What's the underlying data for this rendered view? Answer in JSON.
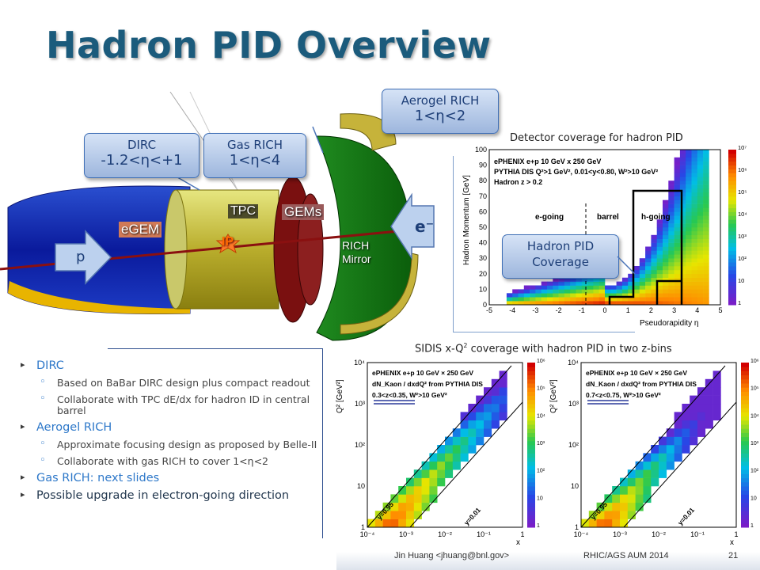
{
  "slide": {
    "title": "Hadron PID Overview",
    "page_number": "21"
  },
  "detector": {
    "labels": {
      "tpc": "TPC",
      "gems": "GEMs",
      "egem": "eGEM",
      "ip": "IP",
      "rich_mirror_line1": "RICH",
      "rich_mirror_line2": "Mirror",
      "proton": "p",
      "electron": "e⁻"
    },
    "callouts": {
      "aerogel": {
        "line1": "Aerogel RICH",
        "line2": "1<η<2"
      },
      "dirc": {
        "line1": "DIRC",
        "line2": "-1.2<η<+1"
      },
      "gas_rich": {
        "line1": "Gas RICH",
        "line2": "1<η<4"
      },
      "hadron_pid": {
        "line1": "Hadron PID",
        "line2": "Coverage"
      }
    }
  },
  "captions": {
    "coverage": "Detector coverage for hadron PID",
    "sidis_pre": "SIDIS x-Q",
    "sidis_sup": "2",
    "sidis_post": " coverage with hadron PID in two z-bins"
  },
  "bullets": [
    {
      "text": "DIRC",
      "level": 1
    },
    {
      "text": "Based on BaBar DIRC design plus compact readout",
      "level": 2
    },
    {
      "text": "Collaborate with TPC dE/dx for hadron ID in central barrel",
      "level": 2
    },
    {
      "text": "Aerogel RICH",
      "level": 1
    },
    {
      "text": "Approximate focusing design as proposed by Belle-II",
      "level": 2
    },
    {
      "text": "Collaborate with gas RICH to cover 1<η<2",
      "level": 2
    },
    {
      "text": "Gas RICH: next slides",
      "level": 1
    },
    {
      "text": "Possible upgrade in electron-going direction",
      "level": 1,
      "dark": true
    }
  ],
  "footer": {
    "author": "Jin Huang <jhuang@bnl.gov>",
    "meeting": "RHIC/AGS AUM 2014"
  },
  "plots": {
    "coverage": {
      "ylabel": "Hadron Momentum [GeV]",
      "xlabel": "Pseudorapidity η",
      "legend_lines": [
        "ePHENIX e+p 10 GeV x 250 GeV",
        "PYTHIA DIS Q²>1 GeV², 0.01<y<0.80, W²>10 GeV²",
        "Hadron z > 0.2"
      ],
      "region_labels": [
        "e-going",
        "barrel",
        "h-going"
      ],
      "x_ticks": [
        "-5",
        "-4",
        "-3",
        "-2",
        "-1",
        "0",
        "1",
        "2",
        "3",
        "4",
        "5"
      ],
      "y_ticks": [
        "0",
        "10",
        "20",
        "30",
        "40",
        "50",
        "60",
        "70",
        "80",
        "90",
        "100"
      ],
      "z_ticks": [
        "1",
        "10",
        "10²",
        "10³",
        "10⁴",
        "10⁵",
        "10⁶",
        "10⁷"
      ]
    },
    "sidis_left": {
      "ylabel": "Q² [GeV²]",
      "xlabel": "x",
      "legend_lines": [
        "ePHENIX e+p 10 GeV × 250 GeV",
        "dN_Kaon / dxdQ² from PYTHIA DIS",
        "0.3<z<0.35, W²>10 GeV²"
      ],
      "line_labels": [
        "y=0.95",
        "y=0.01"
      ],
      "x_ticks": [
        "10⁻⁴",
        "10⁻³",
        "10⁻²",
        "10⁻¹",
        "1"
      ],
      "y_ticks": [
        "1",
        "10",
        "10²",
        "10³",
        "10⁴"
      ],
      "z_ticks": [
        "1",
        "10",
        "10²",
        "10³",
        "10⁴",
        "10⁵",
        "10⁶"
      ]
    },
    "sidis_right": {
      "ylabel": "Q² [GeV²]",
      "xlabel": "x",
      "legend_lines": [
        "ePHENIX e+p 10 GeV × 250 GeV",
        "dN_Kaon / dxdQ² from PYTHIA DIS",
        "0.7<z<0.75, W²>10 GeV²"
      ],
      "line_labels": [
        "y=0.95",
        "y=0.01"
      ],
      "x_ticks": [
        "10⁻⁴",
        "10⁻³",
        "10⁻²",
        "10⁻¹",
        "1"
      ],
      "y_ticks": [
        "1",
        "10",
        "10²",
        "10³",
        "10⁴"
      ],
      "z_ticks": [
        "1",
        "10",
        "10²",
        "10³",
        "10⁴",
        "10⁵",
        "10⁶"
      ]
    }
  }
}
